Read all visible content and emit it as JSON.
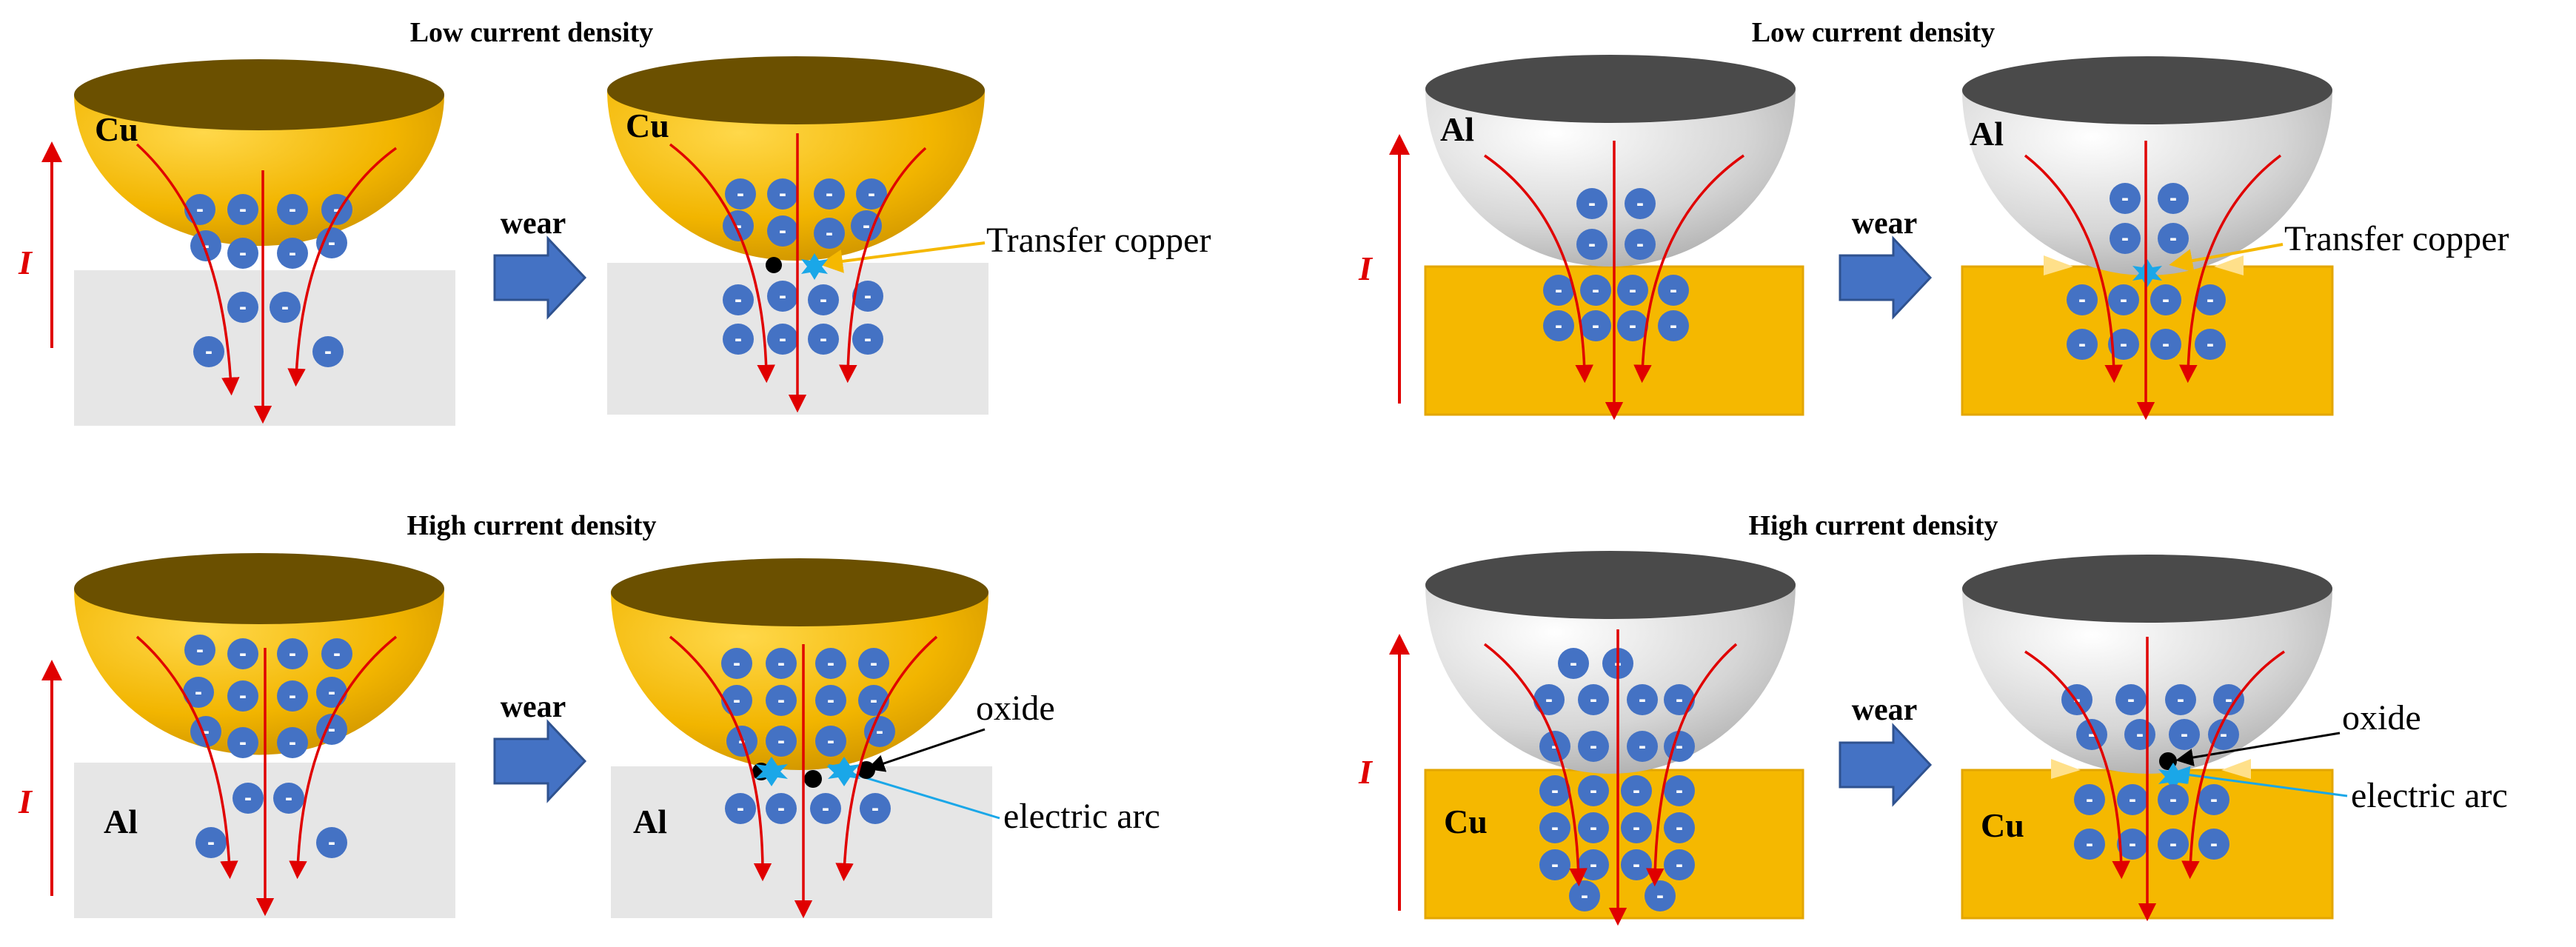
{
  "quadrants": [
    {
      "title": "Low current density",
      "top_metal": "Cu",
      "bottom_metal": "",
      "process": "wear",
      "annotation_1": "Transfer copper",
      "annotation_2": "",
      "current": "I"
    },
    {
      "title": "High current density",
      "top_metal": "",
      "bottom_metal": "Al",
      "bottom_metal_worn": "Al",
      "process": "wear",
      "annotation_1": "oxide",
      "annotation_2": "electric arc",
      "current": "I"
    },
    {
      "title": "Low current density",
      "top_metal": "Al",
      "bottom_metal": "",
      "process": "wear",
      "annotation_1": "Transfer copper",
      "annotation_2": "",
      "current": "I"
    },
    {
      "title": "High current density",
      "top_metal": "",
      "bottom_metal": "Cu",
      "bottom_metal_worn": "Cu",
      "process": "wear",
      "annotation_1": "oxide",
      "annotation_2": "electric arc",
      "current": "I"
    }
  ],
  "electron_symbol": "-",
  "colors": {
    "copper": "#f5b800",
    "copper_dark": "#6b5000",
    "aluminum": "#d8d8d8",
    "aluminum_dark": "#4a4a4a",
    "aluminum_block": "#e6e6e6",
    "electron": "#4472c4",
    "current_arrow": "#e00000",
    "process_arrow": "#4472c4",
    "arc": "#1aa7e8",
    "oxide": "#000000"
  }
}
